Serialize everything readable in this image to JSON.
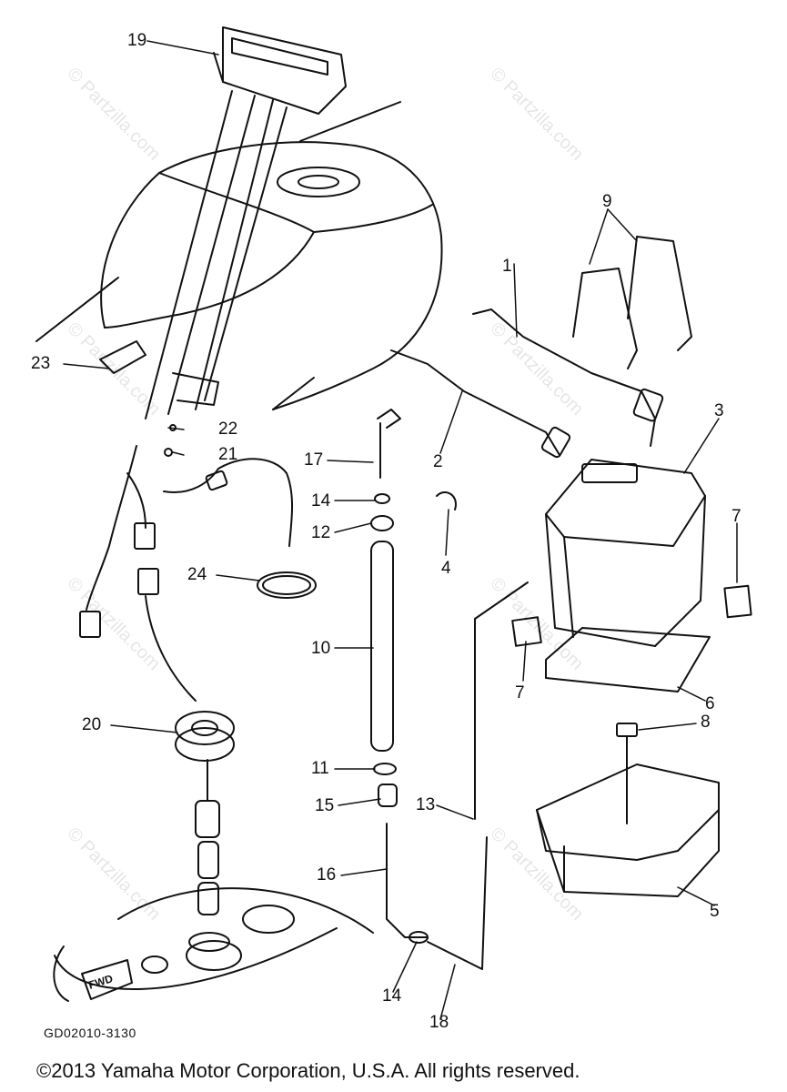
{
  "diagram": {
    "callouts": [
      {
        "id": "c1",
        "label": "1"
      },
      {
        "id": "c2",
        "label": "2"
      },
      {
        "id": "c3",
        "label": "3"
      },
      {
        "id": "c4",
        "label": "4"
      },
      {
        "id": "c5",
        "label": "5"
      },
      {
        "id": "c6",
        "label": "6"
      },
      {
        "id": "c7a",
        "label": "7"
      },
      {
        "id": "c7b",
        "label": "7"
      },
      {
        "id": "c8",
        "label": "8"
      },
      {
        "id": "c9",
        "label": "9"
      },
      {
        "id": "c10",
        "label": "10"
      },
      {
        "id": "c11",
        "label": "11"
      },
      {
        "id": "c12",
        "label": "12"
      },
      {
        "id": "c13",
        "label": "13"
      },
      {
        "id": "c14a",
        "label": "14"
      },
      {
        "id": "c14b",
        "label": "14"
      },
      {
        "id": "c15",
        "label": "15"
      },
      {
        "id": "c16",
        "label": "16"
      },
      {
        "id": "c17",
        "label": "17"
      },
      {
        "id": "c18",
        "label": "18"
      },
      {
        "id": "c19",
        "label": "19"
      },
      {
        "id": "c20",
        "label": "20"
      },
      {
        "id": "c21",
        "label": "21"
      },
      {
        "id": "c22",
        "label": "22"
      },
      {
        "id": "c23",
        "label": "23"
      },
      {
        "id": "c24",
        "label": "24"
      }
    ],
    "drawing_code": "GD02010-3130",
    "fwd_label": "FWD",
    "watermark_text": "© Partzilla.com",
    "colors": {
      "ink": "#111111",
      "paper": "#ffffff",
      "watermark": "#bdbdbd"
    }
  },
  "footer": {
    "copyright": "©2013 Yamaha Motor Corporation, U.S.A. All rights reserved."
  }
}
